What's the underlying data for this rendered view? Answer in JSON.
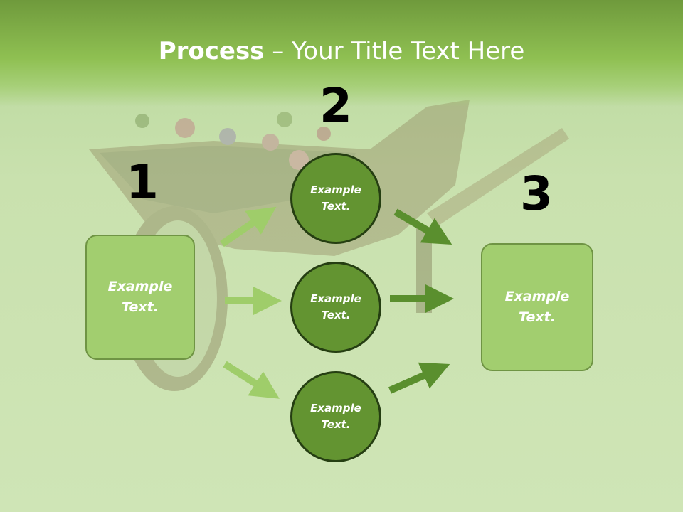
{
  "title": {
    "bold": "Process",
    "rest": " – Your Title Text Here"
  },
  "steps": {
    "one": "1",
    "two": "2",
    "three": "3"
  },
  "left_box": {
    "text": "Example\nText."
  },
  "circles": [
    {
      "text": "Example\nText."
    },
    {
      "text": "Example\nText."
    },
    {
      "text": "Example\nText."
    }
  ],
  "right_box": {
    "text": "Example\nText."
  },
  "colors": {
    "header": "#8fc052",
    "box_fill": "#a2ce6f",
    "circle_fill": "#639431",
    "arrow_light": "#9fcd6a",
    "arrow_dark": "#5a8f2e"
  }
}
